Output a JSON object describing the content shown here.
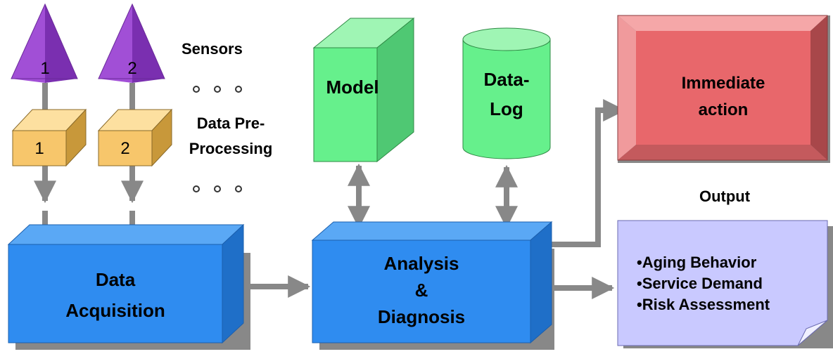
{
  "sensors": {
    "label": "Sensors",
    "items": [
      {
        "number": "1"
      },
      {
        "number": "2"
      }
    ]
  },
  "preprocessing": {
    "label_line1": "Data Pre-",
    "label_line2": "Processing",
    "items": [
      {
        "number": "1"
      },
      {
        "number": "2"
      }
    ]
  },
  "model": {
    "label": "Model"
  },
  "datalog": {
    "label_line1": "Data-",
    "label_line2": "Log"
  },
  "data_acquisition": {
    "label_line1": "Data",
    "label_line2": "Acquisition"
  },
  "analysis": {
    "label_line1": "Analysis",
    "label_line2": "&",
    "label_line3": "Diagnosis"
  },
  "immediate_action": {
    "label_line1": "Immediate",
    "label_line2": "action"
  },
  "output": {
    "label": "Output",
    "items": [
      "•Aging Behavior",
      "•Service Demand",
      "•Risk Assessment"
    ]
  },
  "colors": {
    "sensor": "#a14fd6",
    "preprocessing": "#f7c66b",
    "model": "#66f08c",
    "datalog": "#66f08c",
    "blue_box": "#2f8cf0",
    "immediate_action": "#e8676b",
    "output_note": "#c9c9ff",
    "arrow": "#888888"
  }
}
